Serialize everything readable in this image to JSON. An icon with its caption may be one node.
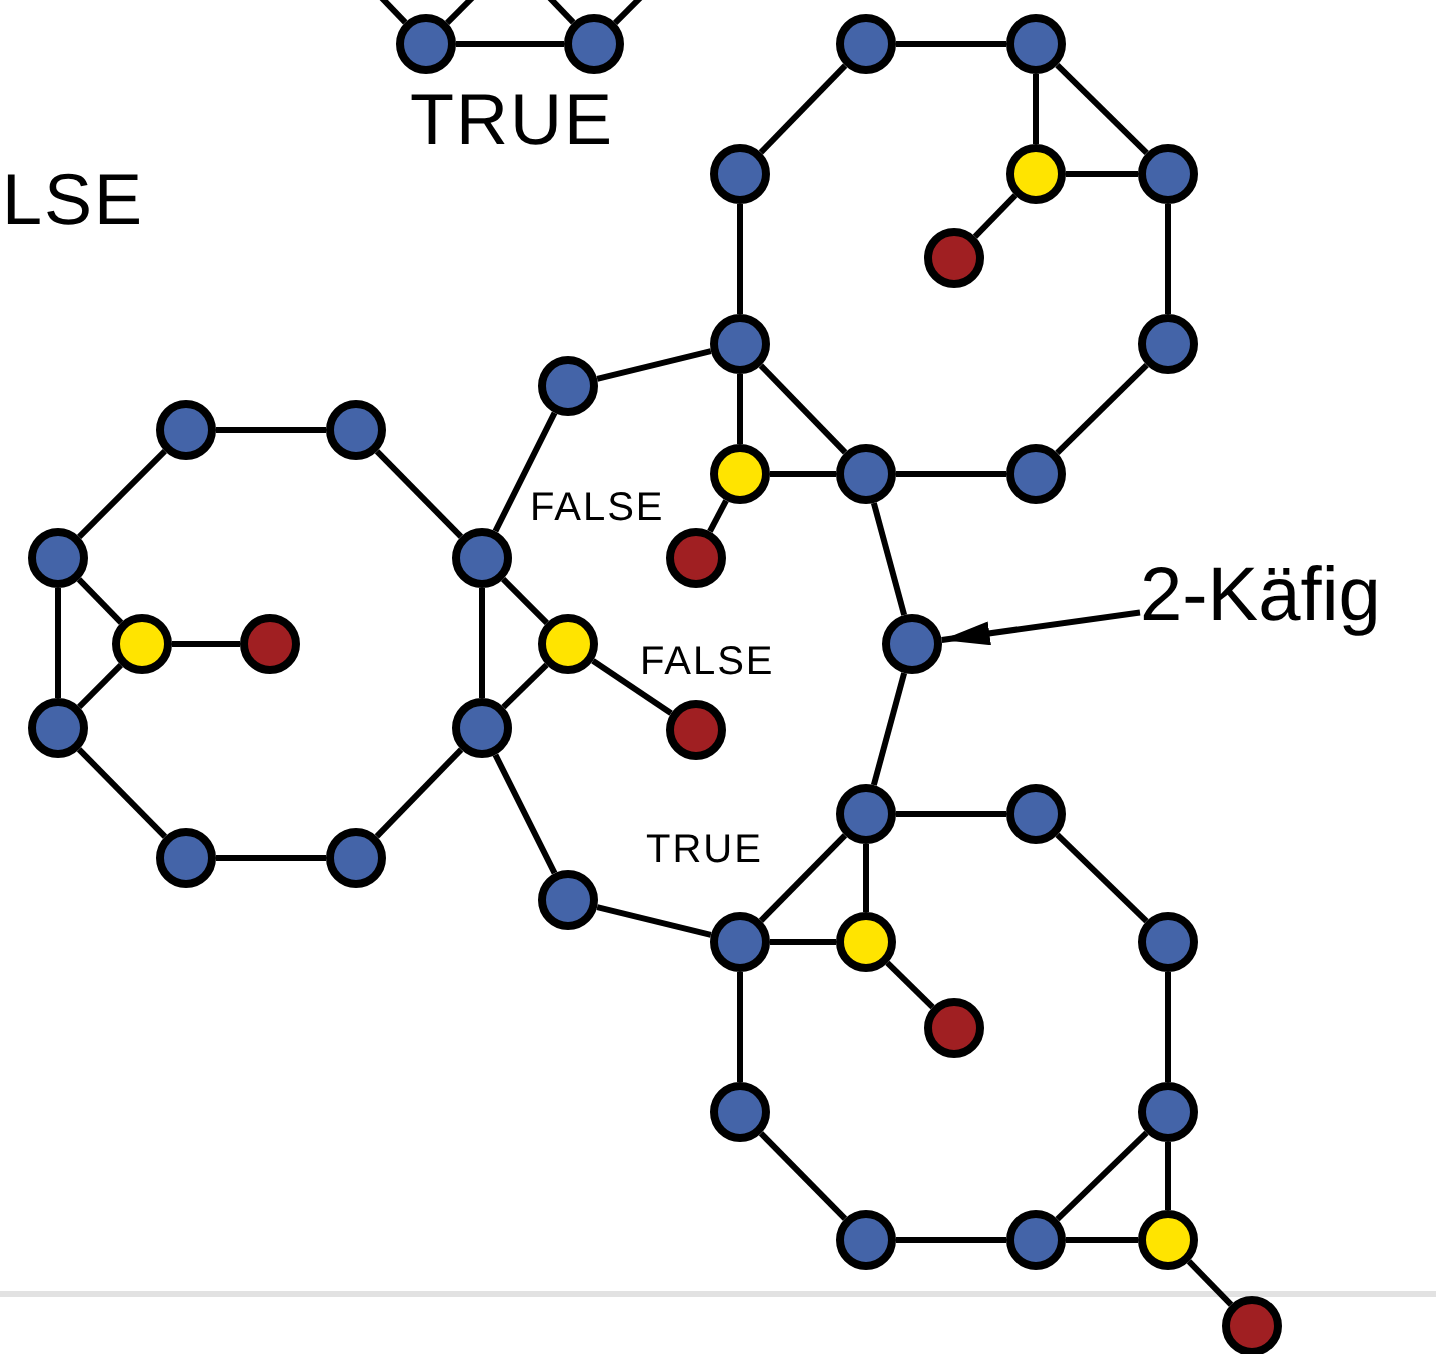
{
  "diagram": {
    "nodes": [
      {
        "text": [],
        "shape": "circle"
      },
      {
        "text": [],
        "shape": "circle"
      },
      {
        "text": [],
        "shape": "circle"
      },
      {
        "text": [],
        "shape": "circle"
      },
      {
        "text": [],
        "shape": "circle"
      },
      {
        "text": [],
        "shape": "circle"
      },
      {
        "text": [],
        "shape": "circle"
      },
      {
        "text": [],
        "shape": "circle"
      },
      {
        "text": [],
        "shape": "circle"
      },
      {
        "text": [],
        "shape": "circle"
      },
      {
        "text": [],
        "shape": "circle"
      },
      {
        "text": [],
        "shape": "circle"
      },
      {
        "text": [],
        "shape": "circle"
      },
      {
        "text": [],
        "shape": "circle"
      },
      {
        "text": [],
        "shape": "circle"
      },
      {
        "text": [],
        "shape": "circle"
      },
      {
        "text": [],
        "shape": "circle"
      },
      {
        "text": [],
        "shape": "circle"
      },
      {
        "text": [],
        "shape": "circle"
      },
      {
        "text": [
          "2-Käfig"
        ]
      },
      {
        "text": [],
        "shape": "circle"
      },
      {
        "text": [],
        "shape": "circle"
      },
      {
        "text": [],
        "shape": "circle"
      },
      {
        "text": [],
        "shape": "circle"
      },
      {
        "text": [],
        "shape": "circle"
      },
      {
        "text": [],
        "shape": "circle"
      },
      {
        "text": [],
        "shape": "circle"
      },
      {
        "text": [],
        "shape": "circle"
      },
      {
        "text": [],
        "shape": "circle"
      },
      {
        "text": [],
        "shape": "circle"
      },
      {
        "text": [],
        "shape": "circle"
      },
      {
        "text": [],
        "shape": "circle"
      },
      {
        "text": [],
        "shape": "circle"
      },
      {
        "text": [],
        "shape": "circle"
      },
      {
        "text": [],
        "shape": "circle"
      },
      {
        "text": [],
        "shape": "circle"
      },
      {
        "text": [],
        "shape": "circle"
      },
      {
        "text": [],
        "shape": "circle"
      },
      {
        "text": [],
        "shape": "circle"
      },
      {
        "text": [],
        "shape": "circle"
      },
      {
        "text": [],
        "shape": "circle"
      },
      {
        "text": [],
        "shape": "circle"
      }
    ],
    "edges": [
      {
        "from": 0,
        "to": 1,
        "arrow": "none"
      },
      {
        "from": 0,
        "to": null,
        "arrow": "none"
      },
      {
        "from": 0,
        "to": null,
        "arrow": "none"
      },
      {
        "from": 1,
        "to": null,
        "arrow": "none"
      },
      {
        "from": 1,
        "to": null,
        "arrow": "none"
      },
      {
        "from": 2,
        "to": 3,
        "arrow": "none"
      },
      {
        "from": 3,
        "to": 6,
        "arrow": "none"
      },
      {
        "from": 6,
        "to": 9,
        "arrow": "none"
      },
      {
        "from": 9,
        "to": 15,
        "arrow": "none"
      },
      {
        "from": 15,
        "to": 14,
        "arrow": "none"
      },
      {
        "from": 4,
        "to": 2,
        "arrow": "none"
      },
      {
        "from": 4,
        "to": 8,
        "arrow": "none"
      },
      {
        "from": 3,
        "to": 5,
        "arrow": "none"
      },
      {
        "from": 5,
        "to": 6,
        "arrow": "none"
      },
      {
        "from": 5,
        "to": 7,
        "arrow": "none"
      },
      {
        "from": 8,
        "to": 14,
        "arrow": "none"
      },
      {
        "from": 8,
        "to": 13,
        "arrow": "none"
      },
      {
        "from": 13,
        "to": 14,
        "arrow": "none"
      },
      {
        "from": 13,
        "to": 18,
        "arrow": "none"
      },
      {
        "from": 8,
        "to": 10,
        "arrow": "none"
      },
      {
        "from": 10,
        "to": 17,
        "arrow": "none"
      },
      {
        "from": 11,
        "to": 12,
        "arrow": "none"
      },
      {
        "from": 12,
        "to": 17,
        "arrow": "none"
      },
      {
        "from": 17,
        "to": 25,
        "arrow": "none"
      },
      {
        "from": 25,
        "to": 30,
        "arrow": "none"
      },
      {
        "from": 30,
        "to": 29,
        "arrow": "none"
      },
      {
        "from": 29,
        "to": 24,
        "arrow": "none"
      },
      {
        "from": 24,
        "to": 16,
        "arrow": "none"
      },
      {
        "from": 16,
        "to": 11,
        "arrow": "none"
      },
      {
        "from": 16,
        "to": 20,
        "arrow": "none"
      },
      {
        "from": 20,
        "to": 24,
        "arrow": "none"
      },
      {
        "from": 20,
        "to": 21,
        "arrow": "none"
      },
      {
        "from": 17,
        "to": 22,
        "arrow": "none"
      },
      {
        "from": 22,
        "to": 25,
        "arrow": "none"
      },
      {
        "from": 22,
        "to": 26,
        "arrow": "none"
      },
      {
        "from": 25,
        "to": 31,
        "arrow": "none"
      },
      {
        "from": 31,
        "to": 32,
        "arrow": "none"
      },
      {
        "from": 14,
        "to": 23,
        "arrow": "none"
      },
      {
        "from": 23,
        "to": 27,
        "arrow": "none"
      },
      {
        "from": 27,
        "to": 28,
        "arrow": "none"
      },
      {
        "from": 28,
        "to": 34,
        "arrow": "none"
      },
      {
        "from": 34,
        "to": 37,
        "arrow": "none"
      },
      {
        "from": 37,
        "to": 40,
        "arrow": "none"
      },
      {
        "from": 40,
        "to": 39,
        "arrow": "none"
      },
      {
        "from": 39,
        "to": 38,
        "arrow": "none"
      },
      {
        "from": 38,
        "to": 36,
        "arrow": "none"
      },
      {
        "from": 36,
        "to": 32,
        "arrow": "none"
      },
      {
        "from": 32,
        "to": 27,
        "arrow": "none"
      },
      {
        "from": 27,
        "to": 33,
        "arrow": "none"
      },
      {
        "from": 32,
        "to": 33,
        "arrow": "none"
      },
      {
        "from": 33,
        "to": 35,
        "arrow": "none"
      },
      {
        "from": 37,
        "to": 39,
        "arrow": "none"
      },
      {
        "from": 40,
        "to": 41,
        "arrow": "none"
      },
      {
        "from": 19,
        "to": 23,
        "arrow": "to"
      }
    ],
    "labels": [
      "TRUE",
      "LSE",
      "FALSE",
      "FALSE",
      "TRUE"
    ]
  }
}
